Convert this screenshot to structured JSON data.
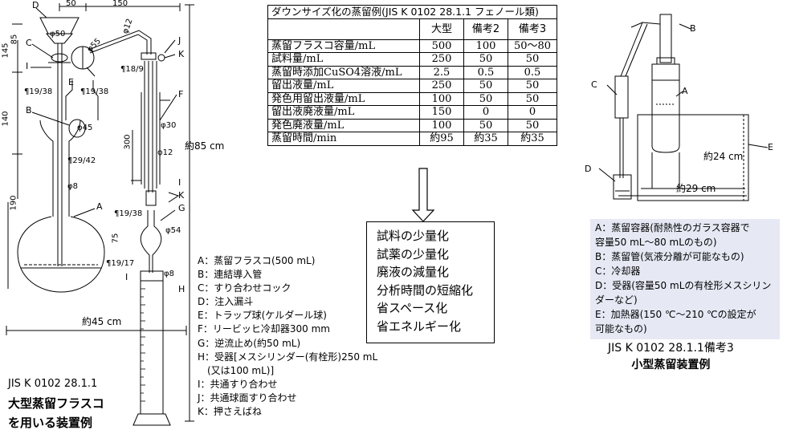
{
  "table": {
    "caption": "ダウンサイズ化の蒸留例(JIS K 0102 28.1.1 フェノール類)",
    "headers": [
      "",
      "大型",
      "備考2",
      "備考3"
    ],
    "rows": [
      [
        "蒸留フラスコ容量/mL",
        "500",
        "100",
        "50〜80"
      ],
      [
        "試料量/mL",
        "250",
        "50",
        "50"
      ],
      [
        "蒸留時添加CuSO4溶液/mL",
        "2.5",
        "0.5",
        "0.5"
      ],
      [
        "留出液量/mL",
        "250",
        "50",
        "50"
      ],
      [
        "発色用留出液量/mL",
        "100",
        "50",
        "50"
      ],
      [
        "留出液廃液量/mL",
        "150",
        "0",
        "0"
      ],
      [
        "発色廃液量/mL",
        "100",
        "50",
        "50"
      ],
      [
        "蒸留時間/min",
        "約95",
        "約35",
        "約35"
      ]
    ]
  },
  "benefits": [
    "試料の少量化",
    "試薬の少量化",
    "廃液の減量化",
    "分析時間の短縮化",
    "省スペース化",
    "省エネルギー化"
  ],
  "large_legend": [
    "A：蒸留フラスコ(500 mL)",
    "B：連結導入管",
    "C：すり合わせコック",
    "D：注入漏斗",
    "E：トラップ球(ケルダール球)",
    "F：リービッヒ冷却器300 mm",
    "G：逆流止め(約50 mL)",
    "H：受器[メスシリンダー(有栓形)250 mL",
    "　(又は100 mL)]",
    "I：共通すり合わせ",
    "J：共通球面すり合わせ",
    "K：押さえばね"
  ],
  "large_caption": [
    "JIS K 0102 28.1.1",
    "大型蒸留フラスコ",
    "を用いる装置例"
  ],
  "small_legend": [
    "A：蒸留容器(耐熱性のガラス容器で",
    "容量50 mL〜80 mLのもの)",
    "B：蒸留管(気液分離が可能なもの)",
    "C：冷却器",
    "D：受器(容量50 mLの有栓形メスシリン",
    "ダーなど)",
    "E：加熱器(150 ℃〜210 ℃の設定が",
    "可能なもの)"
  ],
  "small_caption": [
    "JIS K 0102 28.1.1備考3",
    "小型蒸留装置例"
  ],
  "large_diagram": {
    "part_letters": [
      "D",
      "C",
      "I",
      "E",
      "J",
      "K",
      "B",
      "F",
      "I",
      "K",
      "A",
      "G",
      "I",
      "H"
    ],
    "dims": [
      "50",
      "150",
      "φ50",
      "φ12",
      "φ55",
      "¶18/9",
      "¶19/38",
      "¶19/38",
      "φ45",
      "¶29/42",
      "φ8",
      "φ30",
      "300",
      "φ12",
      "¶19/38",
      "φ54",
      "¶19/17",
      "φ8",
      "145",
      "85",
      "140",
      "190",
      "75",
      "約85 cm",
      "約45 cm"
    ]
  },
  "small_diagram": {
    "part_letters": [
      "B",
      "A",
      "C",
      "D",
      "E"
    ],
    "dims": [
      "約24 cm",
      "約29 cm"
    ]
  }
}
